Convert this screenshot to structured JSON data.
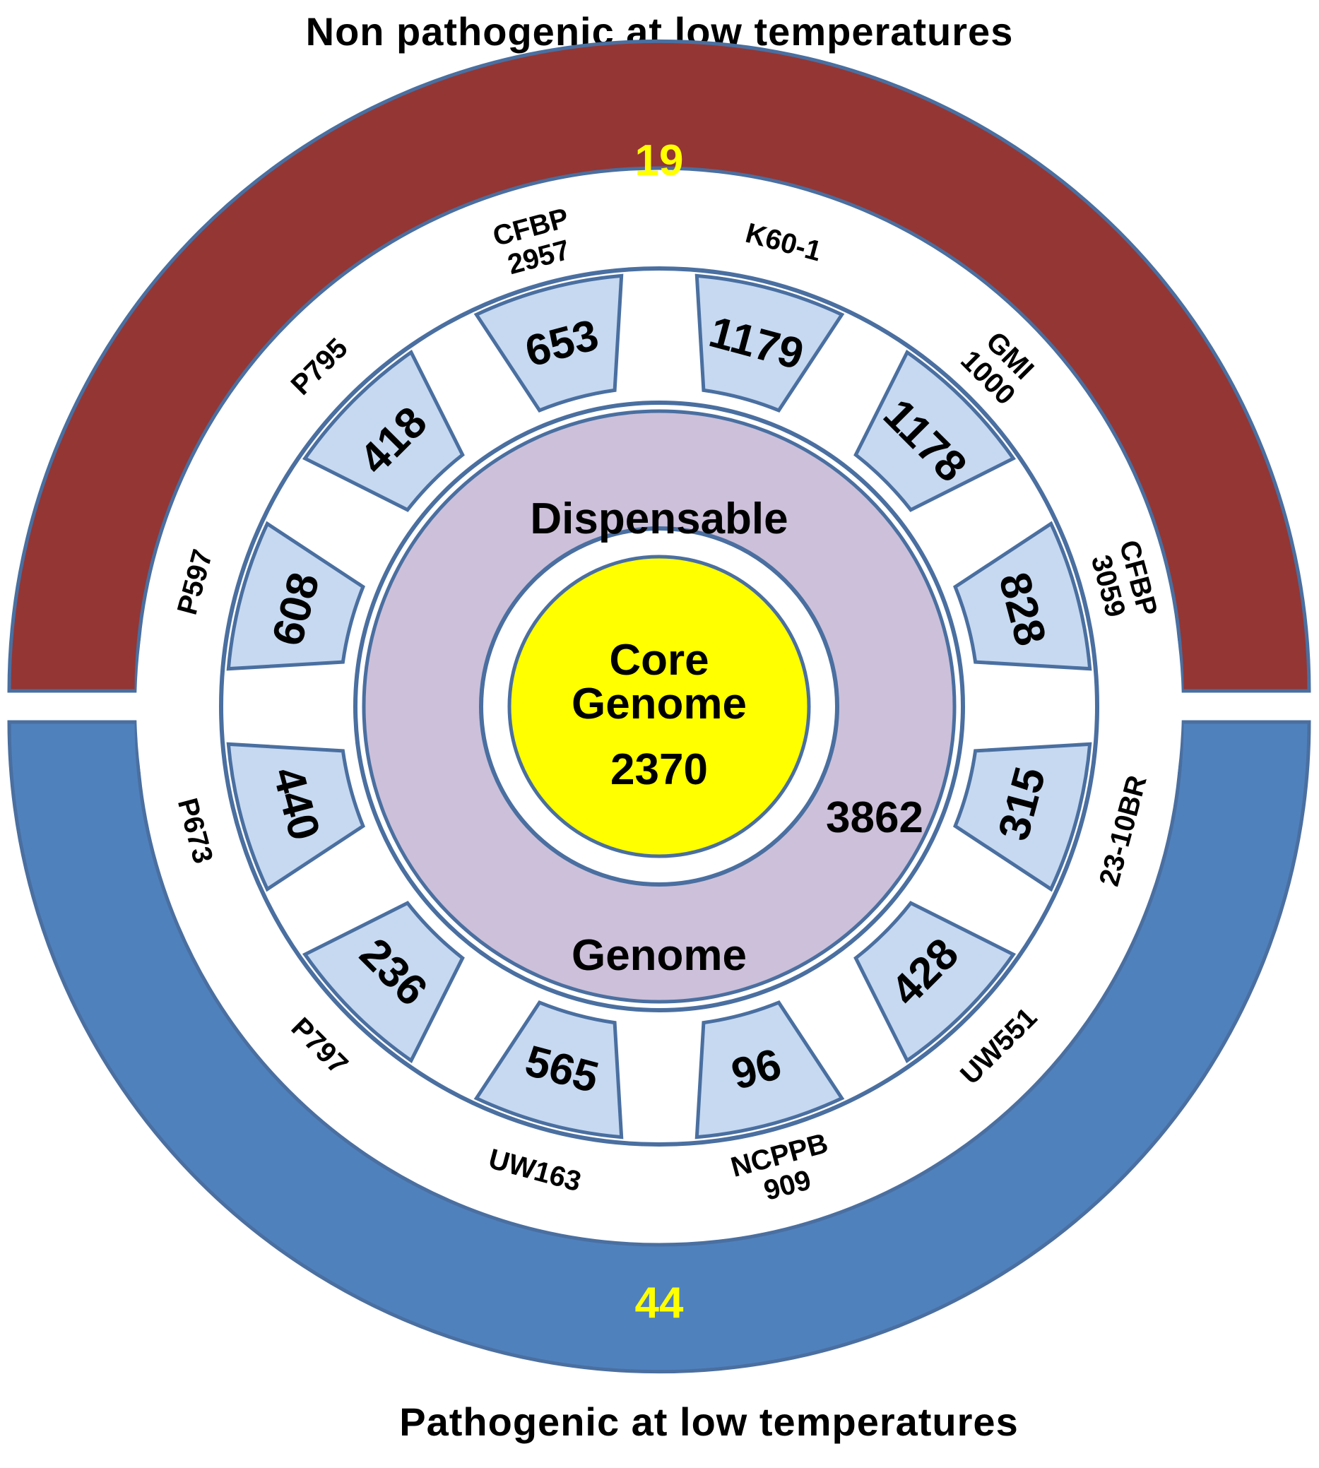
{
  "captions": {
    "top": "Non pathogenic at low temperatures",
    "bottom": "Pathogenic at low temperatures"
  },
  "outer_arcs": {
    "top_value": "19",
    "bottom_value": "44",
    "top_color": "#943634",
    "bottom_color": "#4f81bd",
    "value_color": "#ffff00"
  },
  "dispensable": {
    "word1": "Dispensable",
    "word2": "Genome",
    "value": "3862",
    "color": "#ccc0da"
  },
  "core": {
    "line1": "Core",
    "line2": "Genome",
    "value": "2370",
    "color": "#ffff00"
  },
  "segment_color": "#c6d9f1",
  "ring_stroke_color": "#4a6fa0",
  "strains": [
    {
      "name": [
        "K60-1"
      ],
      "count": "1179"
    },
    {
      "name": [
        "GMI",
        "1000"
      ],
      "count": "1178"
    },
    {
      "name": [
        "CFBP",
        "3059"
      ],
      "count": "828"
    },
    {
      "name": [
        "23-10BR"
      ],
      "count": "315"
    },
    {
      "name": [
        "UW551"
      ],
      "count": "428"
    },
    {
      "name": [
        "NCPPB",
        "909"
      ],
      "count": "96"
    },
    {
      "name": [
        "UW163"
      ],
      "count": "565"
    },
    {
      "name": [
        "P797"
      ],
      "count": "236"
    },
    {
      "name": [
        "P673"
      ],
      "count": "440"
    },
    {
      "name": [
        "P597"
      ],
      "count": "608"
    },
    {
      "name": [
        "P795"
      ],
      "count": "418"
    },
    {
      "name": [
        "CFBP",
        "2957"
      ],
      "count": "653"
    }
  ]
}
